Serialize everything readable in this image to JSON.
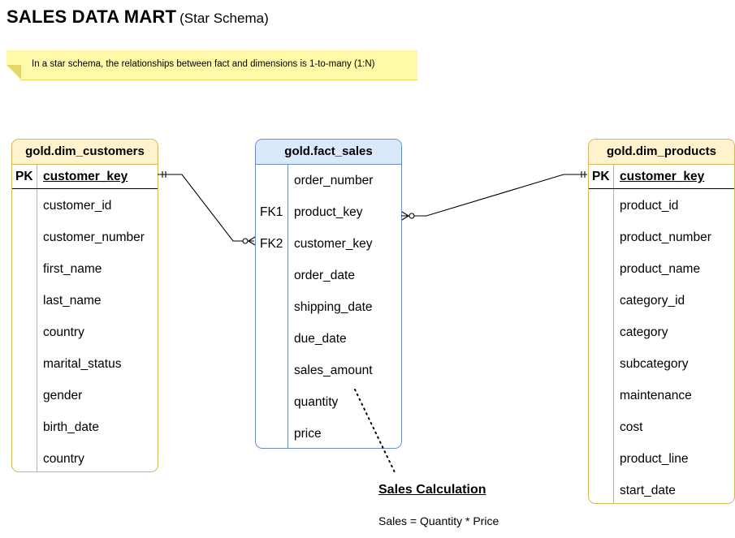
{
  "title": {
    "main": "SALES DATA MART",
    "sub": "(Star Schema)"
  },
  "note": {
    "text": "In a star schema, the relationships between fact and dimensions is 1-to-many (1:N)"
  },
  "customers": {
    "name": "gold.dim_customers",
    "pk_label": "PK",
    "pk_field": "customer_key",
    "fields": [
      "customer_id",
      "customer_number",
      "first_name",
      "last_name",
      "country",
      "marital_status",
      "gender",
      "birth_date",
      "country"
    ]
  },
  "fact": {
    "name": "gold.fact_sales",
    "rows": [
      {
        "key": "",
        "field": "order_number"
      },
      {
        "key": "FK1",
        "field": "product_key"
      },
      {
        "key": "FK2",
        "field": "customer_key"
      },
      {
        "key": "",
        "field": "order_date"
      },
      {
        "key": "",
        "field": "shipping_date"
      },
      {
        "key": "",
        "field": "due_date"
      },
      {
        "key": "",
        "field": "sales_amount"
      },
      {
        "key": "",
        "field": "quantity"
      },
      {
        "key": "",
        "field": "price"
      }
    ]
  },
  "products": {
    "name": "gold.dim_products",
    "pk_label": "PK",
    "pk_field": "customer_key",
    "fields": [
      "product_id",
      "product_number",
      "product_name",
      "category_id",
      "category",
      "subcategory",
      "maintenance",
      "cost",
      "product_line",
      "start_date"
    ]
  },
  "calculation": {
    "title": "Sales Calculation",
    "formula": "Sales = Quantity * Price"
  },
  "colors": {
    "dim_header": "#fff2cc",
    "dim_border": "#d6b656",
    "fact_header": "#dae8fc",
    "fact_border": "#6c8ebf",
    "note_bg": "#fff9a8"
  }
}
